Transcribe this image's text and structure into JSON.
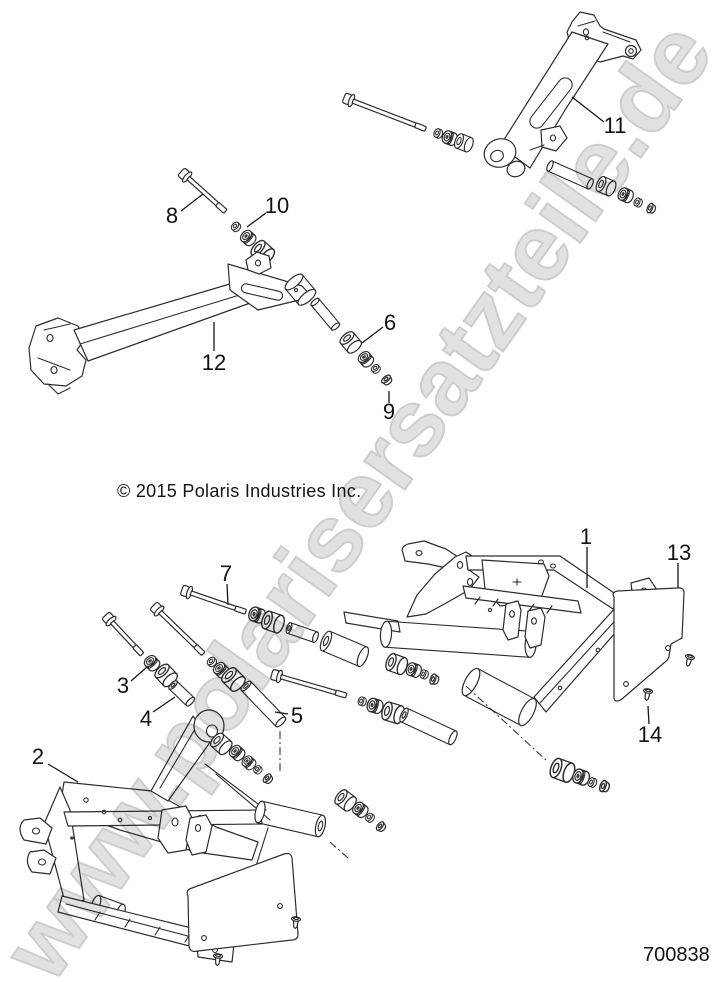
{
  "diagram": {
    "watermark": "www.polarisersatzteile.de",
    "copyright": "© 2015 Polaris Industries Inc.",
    "drawing_number": "700838",
    "colors": {
      "line": "#2d2d2d",
      "watermark": "#cccccc",
      "background": "#ffffff",
      "text": "#111111"
    },
    "callouts": [
      {
        "label": "1"
      },
      {
        "label": "2"
      },
      {
        "label": "3"
      },
      {
        "label": "4"
      },
      {
        "label": "5"
      },
      {
        "label": "6"
      },
      {
        "label": "7"
      },
      {
        "label": "8"
      },
      {
        "label": "9"
      },
      {
        "label": "10"
      },
      {
        "label": "11"
      },
      {
        "label": "12"
      },
      {
        "label": "13"
      },
      {
        "label": "14"
      }
    ]
  }
}
